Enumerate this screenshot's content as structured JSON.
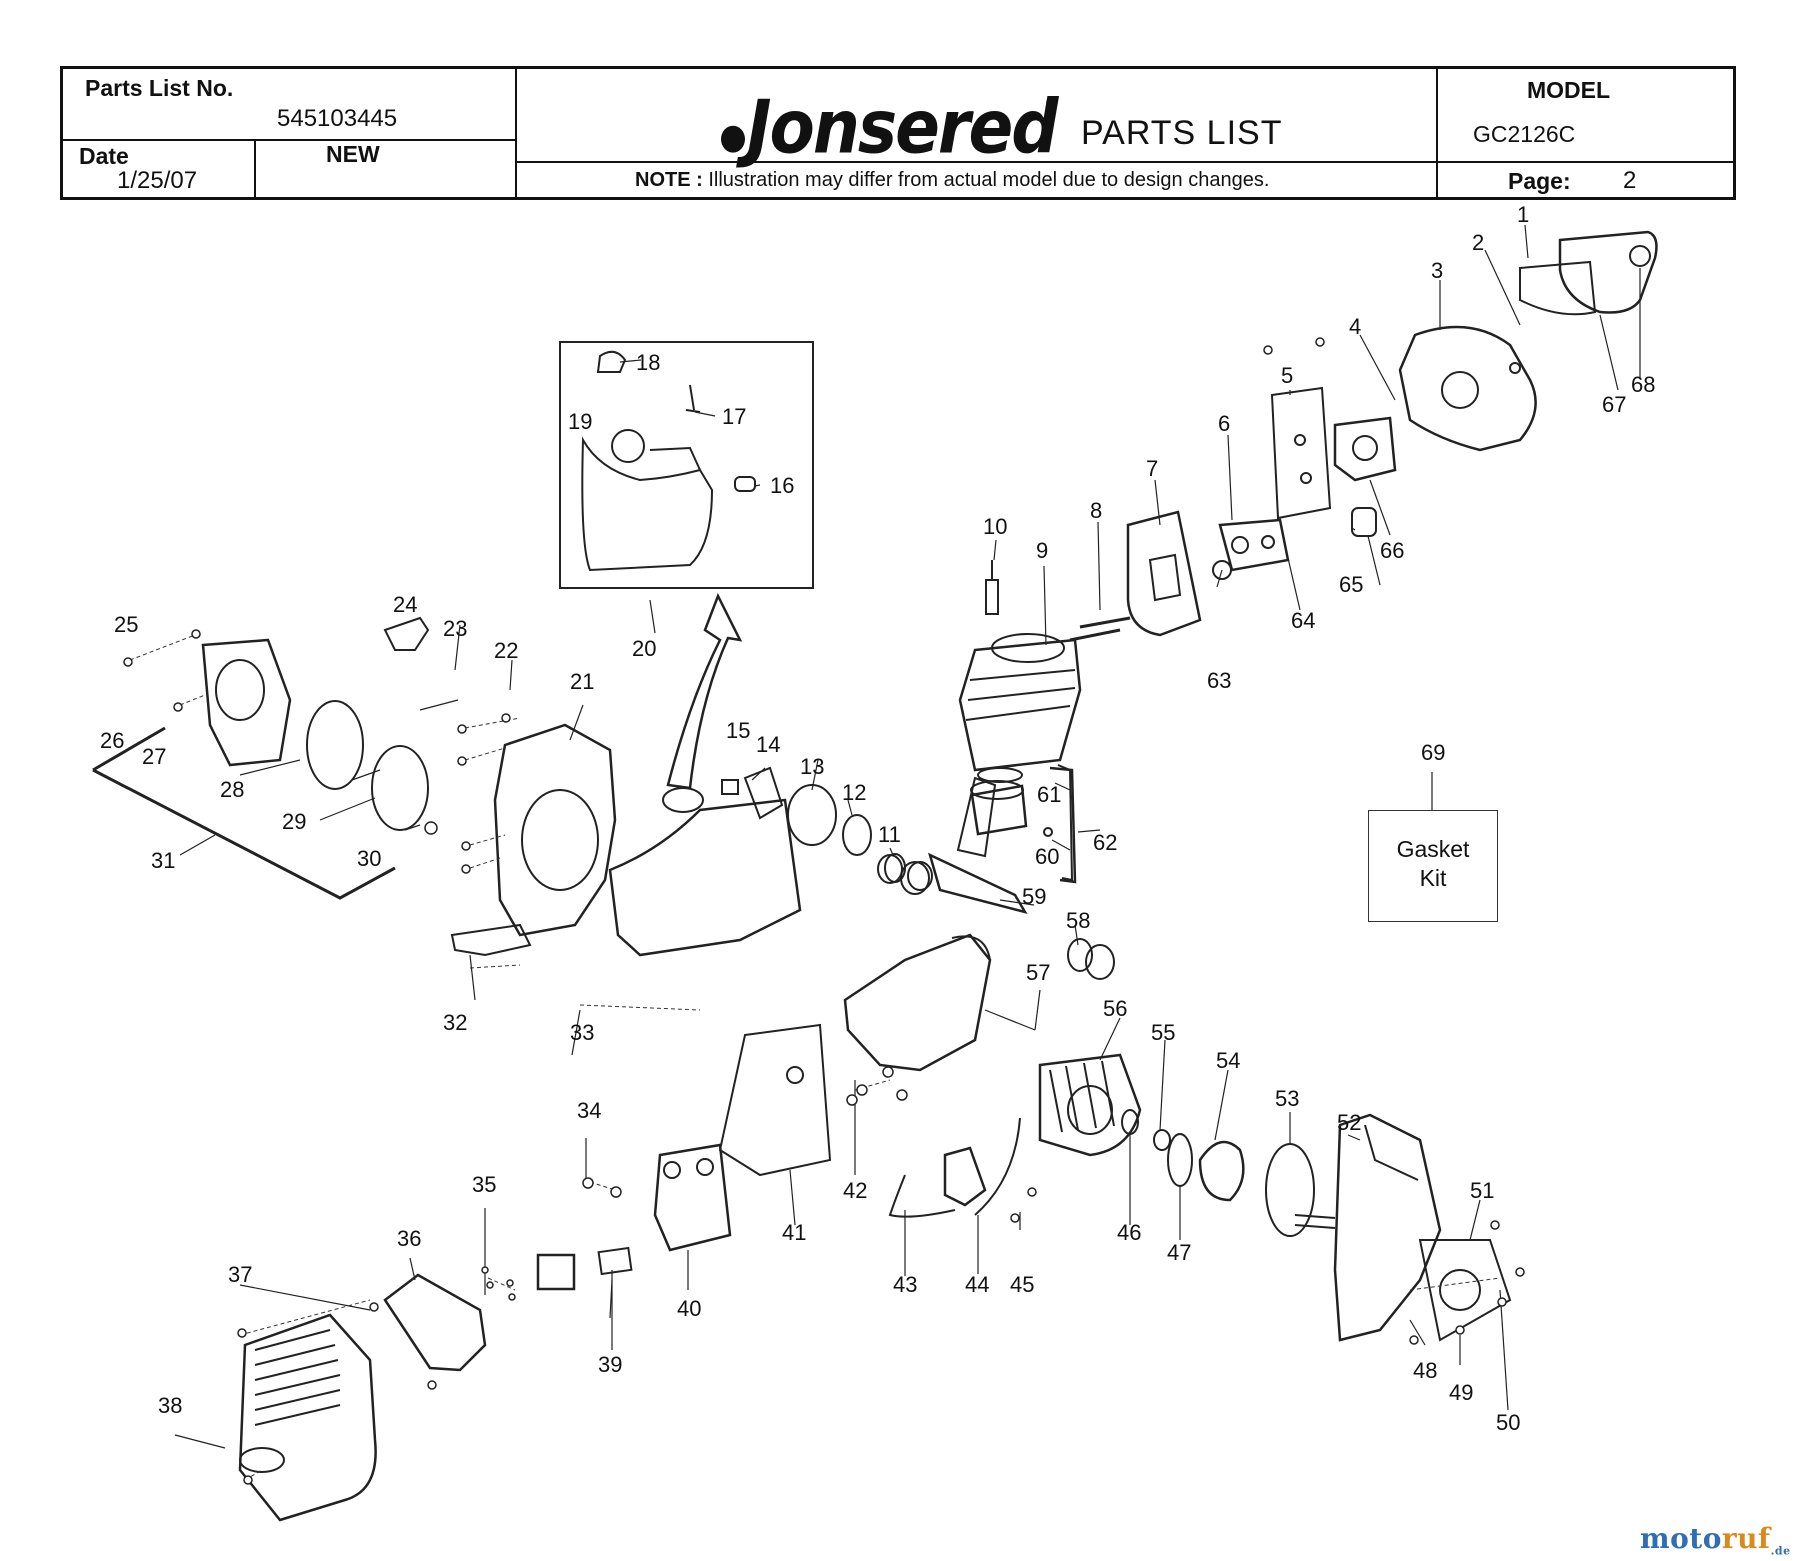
{
  "header": {
    "parts_list_no_label": "Parts List No.",
    "parts_list_no": "545103445",
    "date_label": "Date",
    "date": "1/25/07",
    "status": "NEW",
    "brand": "Jonsered",
    "registered_mark": "®",
    "title": "PARTS LIST",
    "note_label": "NOTE :",
    "note_text": "Illustration may differ from actual model due to design changes.",
    "model_label": "MODEL",
    "model": "GC2126C",
    "page_label": "Page:",
    "page": "2"
  },
  "callouts": [
    "1",
    "2",
    "3",
    "4",
    "5",
    "6",
    "7",
    "8",
    "9",
    "10",
    "11",
    "12",
    "13",
    "14",
    "15",
    "16",
    "17",
    "18",
    "19",
    "20",
    "21",
    "22",
    "23",
    "24",
    "25",
    "26",
    "27",
    "28",
    "29",
    "30",
    "31",
    "32",
    "33",
    "34",
    "35",
    "36",
    "37",
    "38",
    "39",
    "40",
    "41",
    "42",
    "43",
    "44",
    "45",
    "46",
    "47",
    "48",
    "49",
    "50",
    "51",
    "52",
    "53",
    "54",
    "55",
    "56",
    "57",
    "58",
    "59",
    "60",
    "61",
    "62",
    "63",
    "64",
    "65",
    "66",
    "67",
    "68",
    "69"
  ],
  "gasket_kit": {
    "line1": "Gasket",
    "line2": "Kit"
  },
  "watermark": {
    "part1": "moto",
    "part2": "ruf",
    "suffix": ".de"
  }
}
